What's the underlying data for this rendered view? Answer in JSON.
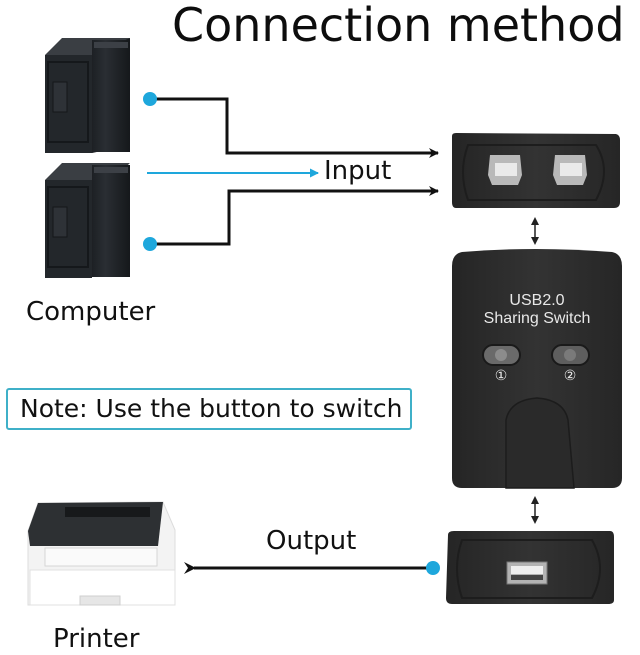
{
  "title": "Connection method",
  "labels": {
    "input": "Input",
    "output": "Output",
    "computer": "Computer",
    "printer": "Printer"
  },
  "note": "Note: Use the button to switch",
  "device": {
    "model_line1": "USB2.0",
    "model_line2": "Sharing Switch",
    "button_1_label": "①",
    "button_2_label": "②"
  },
  "colors": {
    "accent_cyan": "#1ea7dc",
    "line_black": "#111111",
    "device_body": "#2c2c2c",
    "note_border": "#3fb0c8"
  }
}
